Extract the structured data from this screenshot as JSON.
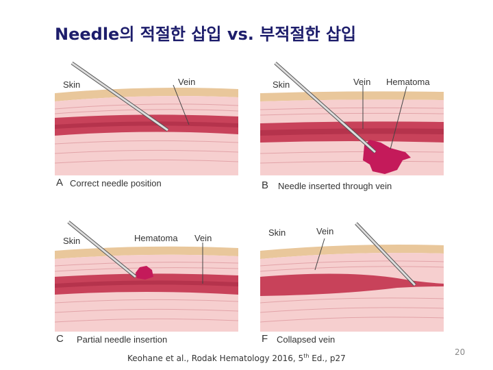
{
  "title": "Needle의 적절한 삽입 vs. 부적절한 삽입",
  "panels": {
    "a": {
      "letter": "A",
      "caption": "Correct needle position",
      "skin": "Skin",
      "vein": "Vein"
    },
    "b": {
      "letter": "B",
      "caption": "Needle inserted through vein",
      "skin": "Skin",
      "vein": "Vein",
      "hematoma": "Hematoma"
    },
    "c": {
      "letter": "C",
      "caption": "Partial needle insertion",
      "skin": "Skin",
      "vein": "Vein",
      "hematoma": "Hematoma"
    },
    "f": {
      "letter": "F",
      "caption": "Collapsed vein",
      "skin": "Skin",
      "vein": "Vein"
    }
  },
  "citation": {
    "main": "Keohane et al., Rodak Hematology 2016, 5",
    "sup": "th",
    "tail": " Ed., p27"
  },
  "page_number": "20",
  "colors": {
    "title": "#1d1d6b",
    "skin_top": "#e9c79b",
    "tissue": "#f3c6c6",
    "vein": "#c8425a",
    "hematoma": "#c41a5a"
  }
}
